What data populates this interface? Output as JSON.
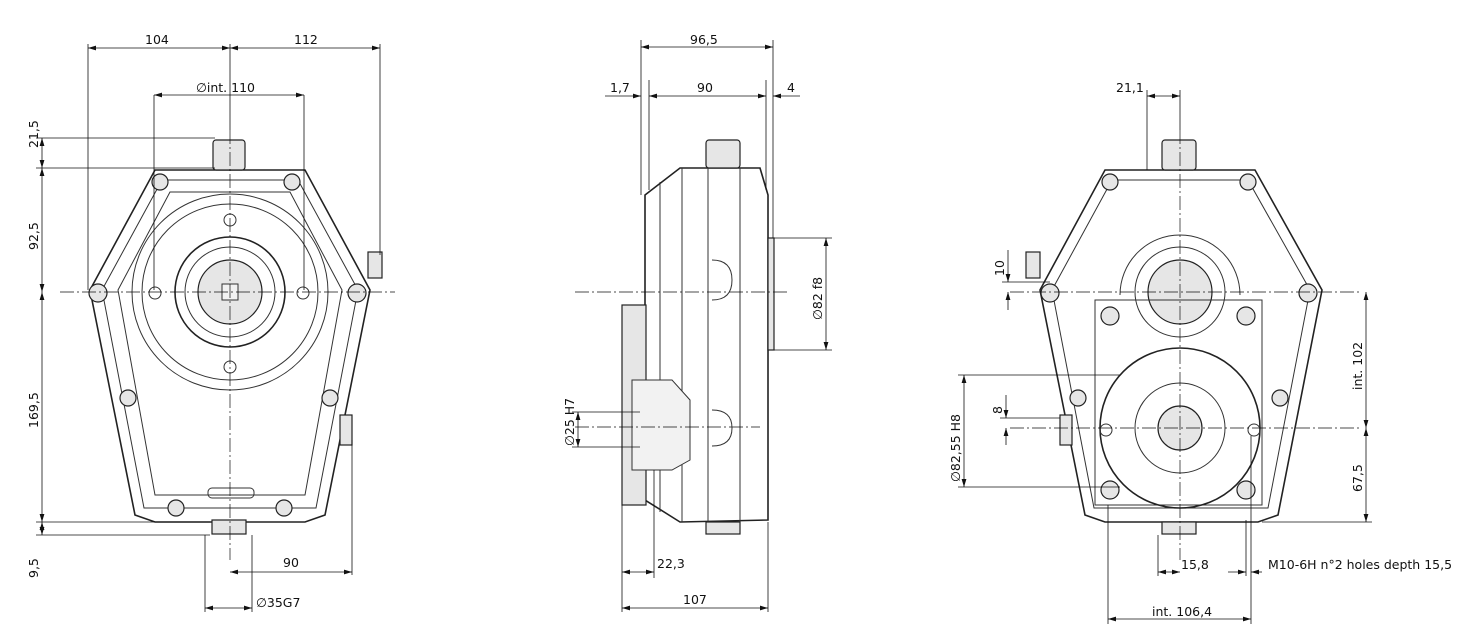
{
  "front_view": {
    "dim_width_left": "104",
    "dim_width_right": "112",
    "dim_flange_diameter": "∅int. 110",
    "dim_top_port": "21,5",
    "dim_upper_height": "92,5",
    "dim_lower_height": "169,5",
    "dim_bottom_port": "9,5",
    "dim_bottom_offset": "90",
    "dim_shaft_bore": "∅35G7"
  },
  "side_view": {
    "dim_overall_top": "96,5",
    "dim_left_gap": "1,7",
    "dim_body": "90",
    "dim_flange_thickness": "4",
    "dim_pilot_diameter": "∅82 f8",
    "dim_input_bore": "∅25 H7",
    "dim_hub_depth": "22,3",
    "dim_overall_bottom": "107"
  },
  "rear_view": {
    "dim_top_offset": "21,1",
    "dim_upper_offset": "10",
    "dim_center_distance": "int. 102",
    "dim_pump_pilot": "∅82,55 H8",
    "dim_lower_offset": "8",
    "dim_lower_height": "67,5",
    "dim_hole_offset": "15,8",
    "dim_thread_note": "M10-6H n°2 holes depth 15,5",
    "dim_hole_spacing": "int. 106,4"
  }
}
